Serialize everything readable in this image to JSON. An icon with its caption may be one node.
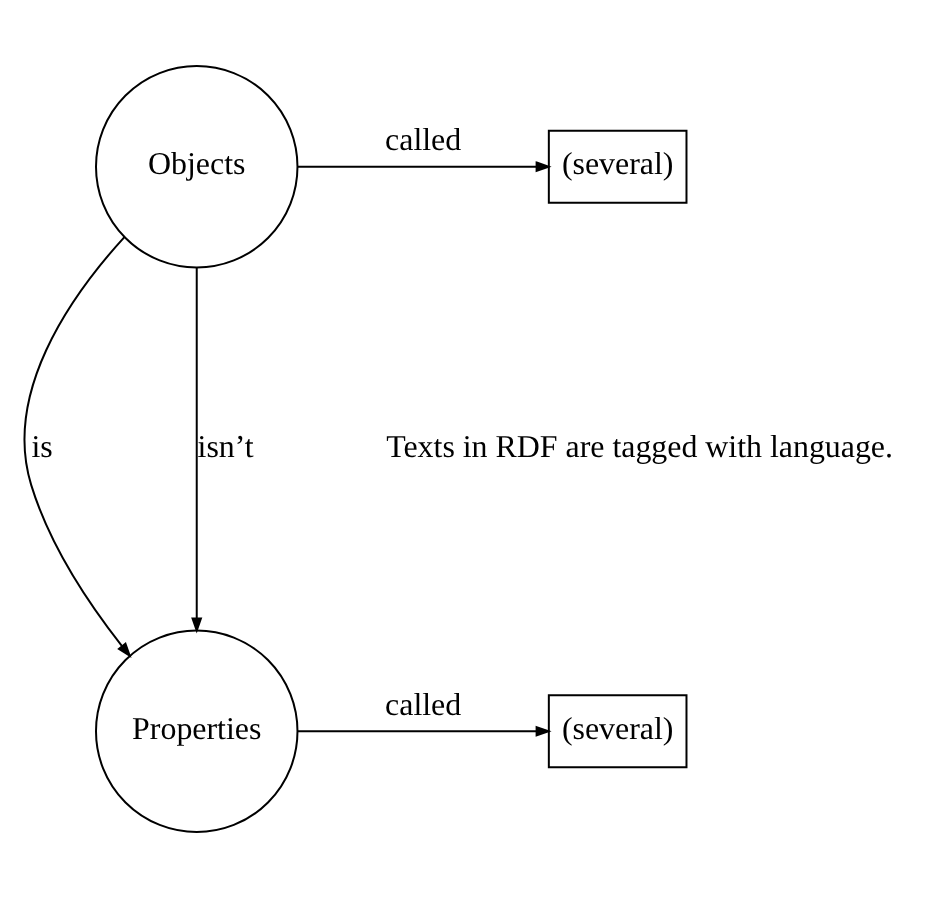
{
  "diagram": {
    "nodes": [
      {
        "text": [
          "Objects"
        ]
      },
      {
        "text": [
          "(several)"
        ]
      },
      {
        "text": [
          "Properties"
        ]
      },
      {
        "text": [
          "(several)"
        ]
      }
    ],
    "edges": [
      {
        "from": 0,
        "to": 1,
        "arrow": "to",
        "label": "called"
      },
      {
        "from": 0,
        "to": 2,
        "arrow": "to",
        "label": "is"
      },
      {
        "from": 0,
        "to": 2,
        "arrow": "to",
        "label": "isn’t"
      },
      {
        "from": 2,
        "to": 3,
        "arrow": "to",
        "label": "called"
      }
    ],
    "labels": [
      "Texts in RDF are tagged with language."
    ]
  }
}
